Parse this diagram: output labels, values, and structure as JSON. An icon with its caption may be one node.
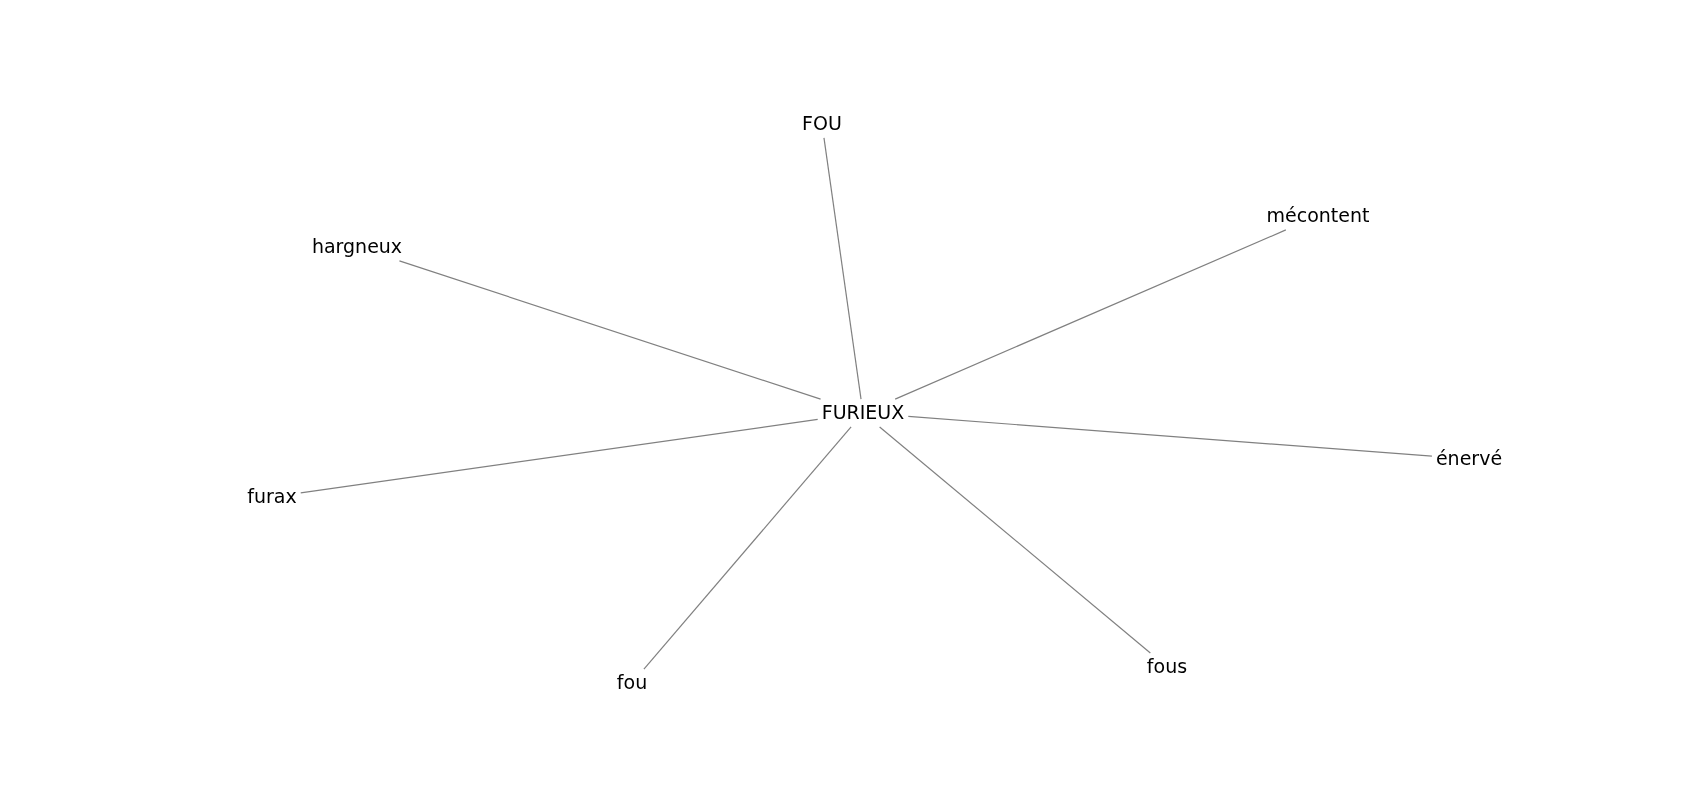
{
  "diagram": {
    "nodes": [
      {
        "text": [
          "FURIEUX"
        ]
      },
      {
        "text": [
          "FOU"
        ]
      },
      {
        "text": [
          "mécontent"
        ]
      },
      {
        "text": [
          "hargneux"
        ]
      },
      {
        "text": [
          "énervé"
        ]
      },
      {
        "text": [
          "furax"
        ]
      },
      {
        "text": [
          "fou"
        ]
      },
      {
        "text": [
          "fous"
        ]
      }
    ],
    "edges": [
      {
        "from": 0,
        "to": 1,
        "arrow": "none"
      },
      {
        "from": 0,
        "to": 2,
        "arrow": "none"
      },
      {
        "from": 0,
        "to": 3,
        "arrow": "none"
      },
      {
        "from": 0,
        "to": 4,
        "arrow": "none"
      },
      {
        "from": 0,
        "to": 5,
        "arrow": "none"
      },
      {
        "from": 0,
        "to": 6,
        "arrow": "none"
      },
      {
        "from": 0,
        "to": 7,
        "arrow": "none"
      }
    ]
  }
}
